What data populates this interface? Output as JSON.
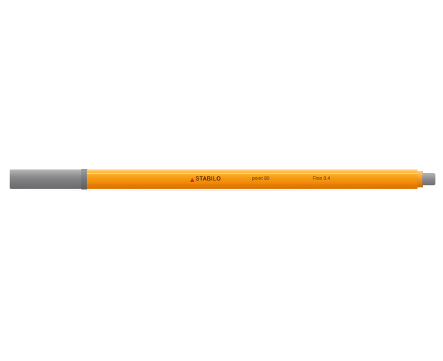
{
  "image": {
    "subject": "fineliner-pen",
    "background_color": "#ffffff"
  },
  "pen": {
    "colors": {
      "cap": "#7d7d80",
      "barrel": "#f59a12",
      "tip": "#8c8c8e",
      "logo_mark": "#d62a1a"
    },
    "brand_text": "STABILO",
    "model_text": "point 88",
    "line_width_text": "Fine 0.4"
  }
}
